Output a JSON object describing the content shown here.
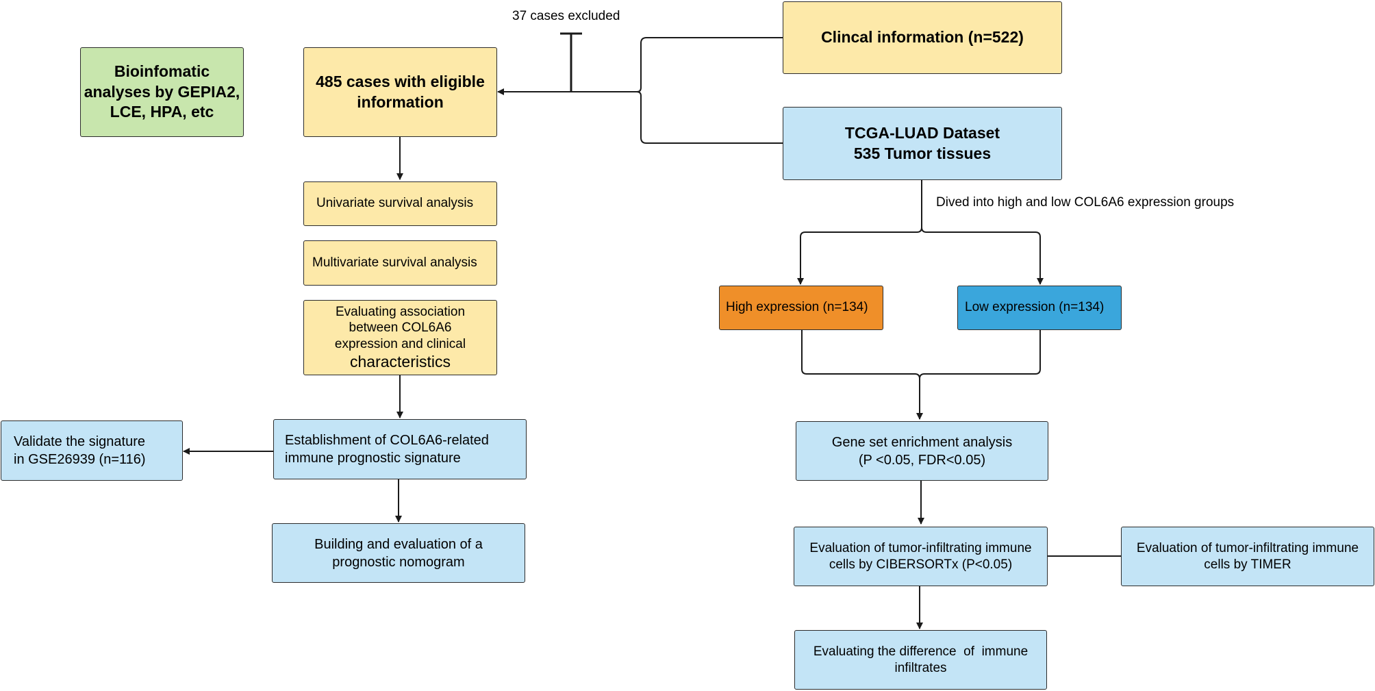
{
  "boxes": {
    "bioinformatic": "Bioinfomatic analyses by GEPIA2, LCE, HPA, etc",
    "eligible": "485 cases with eligible information",
    "clinical": "Clincal information (n=522)",
    "tcga_line1": "TCGA-LUAD Dataset",
    "tcga_line2": "535 Tumor tissues",
    "univariate": "Univariate survival analysis",
    "multivariate": "Multivariate survival analysis",
    "assoc_main": "Evaluating association between COL6A6 expression and clinical",
    "assoc_last": "characteristics",
    "signature": "Establishment of COL6A6-related immune prognostic signature",
    "validate": "Validate the signature in GSE26939 (n=116)",
    "nomogram": "Building and evaluation of a prognostic nomogram",
    "high": "High expression (n=134)",
    "low": "Low expression (n=134)",
    "gsea_line1": "Gene set enrichment analysis",
    "gsea_line2": "(P <0.05, FDR<0.05)",
    "cibersort": "Evaluation of tumor-infiltrating immune cells by CIBERSORTx (P<0.05)",
    "timer": "Evaluation of tumor-infiltrating immune cells by TIMER",
    "difference": "Evaluating the difference  of  immune infiltrates"
  },
  "labels": {
    "excluded": "37 cases excluded",
    "divided": "Dived into high and low COL6A6 expression groups"
  },
  "colors": {
    "yellow": "#fde9a9",
    "blue": "#c3e4f6",
    "green": "#c8e6ad",
    "orange": "#ef8f29",
    "light_blue": "#3aa6dc",
    "line": "#1a1a1a"
  }
}
